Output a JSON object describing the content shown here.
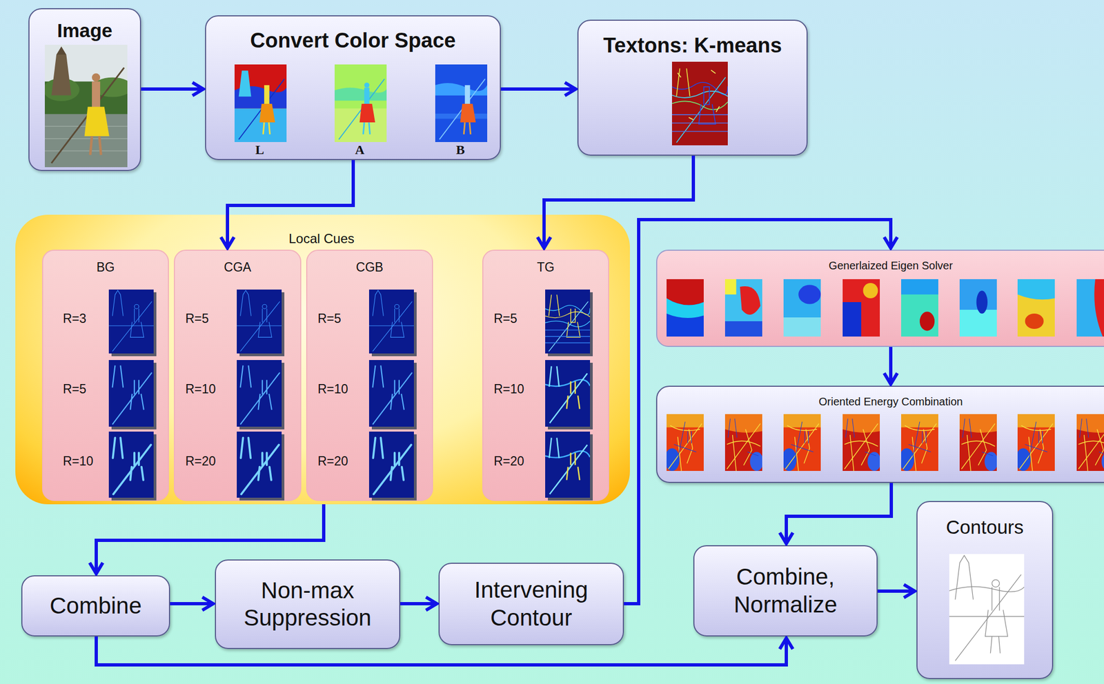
{
  "diagram": {
    "nodes": [
      {
        "text": [
          "Image"
        ]
      },
      {
        "text": [
          "Convert Color Space"
        ]
      },
      {
        "text": [
          "Textons: K-means"
        ]
      },
      {
        "text": [
          "Local Cues"
        ]
      },
      {
        "text": [
          "BG",
          "R=3",
          "R=5",
          "R=10"
        ],
        "in": 3
      },
      {
        "text": [
          "CGA",
          "R=5",
          "R=10",
          "R=20"
        ],
        "in": 3
      },
      {
        "text": [
          "CGB",
          "R=5",
          "R=10",
          "R=20"
        ],
        "in": 3
      },
      {
        "text": [
          "TG",
          "R=5",
          "R=10",
          "R=20"
        ],
        "in": 3
      },
      {
        "text": [
          "Generlaized Eigen Solver"
        ]
      },
      {
        "text": [
          "Oriented Energy Combination"
        ]
      },
      {
        "text": [
          "Combine"
        ]
      },
      {
        "text": [
          "Non-max Suppression"
        ]
      },
      {
        "text": [
          "Intervening Contour"
        ]
      },
      {
        "text": [
          "Combine, Normalize"
        ]
      },
      {
        "text": [
          "Contours"
        ]
      }
    ],
    "edges": [
      {
        "from": 0,
        "to": 1,
        "arrow": "to"
      },
      {
        "from": 1,
        "to": 2,
        "arrow": "to"
      },
      {
        "from": 1,
        "to": 5,
        "arrow": "to"
      },
      {
        "from": 2,
        "to": 7,
        "arrow": "to"
      },
      {
        "from": 3,
        "to": 10,
        "arrow": "to"
      },
      {
        "from": 10,
        "to": 11,
        "arrow": "to"
      },
      {
        "from": 11,
        "to": 12,
        "arrow": "to"
      },
      {
        "from": 12,
        "to": 8,
        "arrow": "to"
      },
      {
        "from": 8,
        "to": 9,
        "arrow": "to"
      },
      {
        "from": 9,
        "to": 13,
        "arrow": "to"
      },
      {
        "from": 10,
        "to": 13,
        "arrow": "to"
      },
      {
        "from": 13,
        "to": 14,
        "arrow": "to"
      }
    ],
    "labels": [
      "L",
      "A",
      "B"
    ]
  }
}
